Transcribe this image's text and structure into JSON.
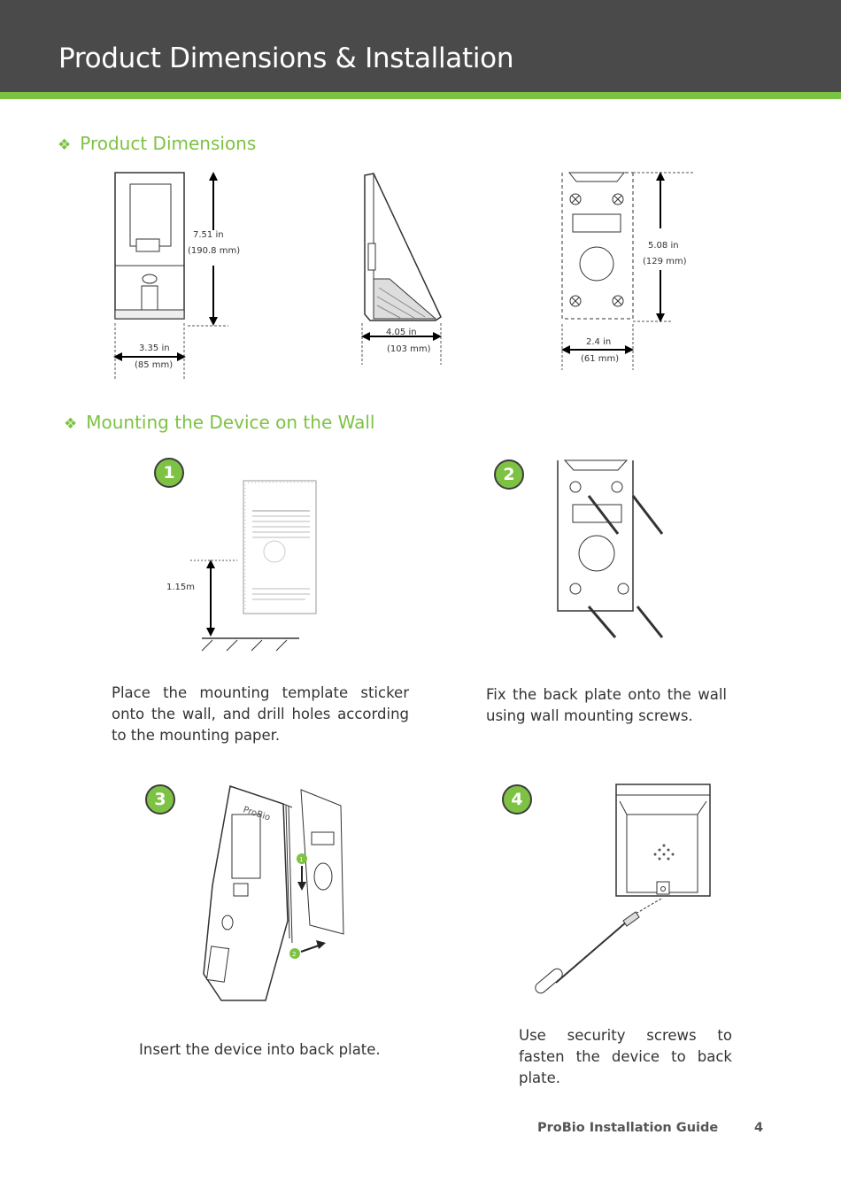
{
  "header": {
    "title": "Product Dimensions & Installation"
  },
  "sections": {
    "dimensions": {
      "icon": "diamond-bullet-icon",
      "title": "Product Dimensions"
    },
    "mounting": {
      "icon": "diamond-bullet-icon",
      "title": "Mounting the Device on the Wall"
    }
  },
  "dimensions": {
    "front_height_in": "7.51 in",
    "front_height_mm": "(190.8 mm)",
    "front_width_in": "3.35 in",
    "front_width_mm": "(85 mm)",
    "side_depth_in": "4.05 in",
    "side_depth_mm": "(103 mm)",
    "plate_height_in": "5.08 in",
    "plate_height_mm": "(129 mm)",
    "plate_width_in": "2.4 in",
    "plate_width_mm": "(61 mm)"
  },
  "steps": [
    {
      "number": "1",
      "caption": "Place the mounting template sticker onto the wall, and drill holes according to the mounting paper.",
      "height_label": "1.15m"
    },
    {
      "number": "2",
      "caption": "Fix the back plate onto the wall using wall mounting screws."
    },
    {
      "number": "3",
      "caption": "Insert the device into back plate.",
      "device_label": "ProBio",
      "arrow_1": "1",
      "arrow_2": "2"
    },
    {
      "number": "4",
      "caption": "Use security screws to fasten the device to back plate."
    }
  ],
  "footer": {
    "guide_title": "ProBio Installation Guide",
    "page_number": "4"
  },
  "colors": {
    "header_bg": "#4a4a4a",
    "accent": "#7dc242",
    "text": "#333333"
  }
}
